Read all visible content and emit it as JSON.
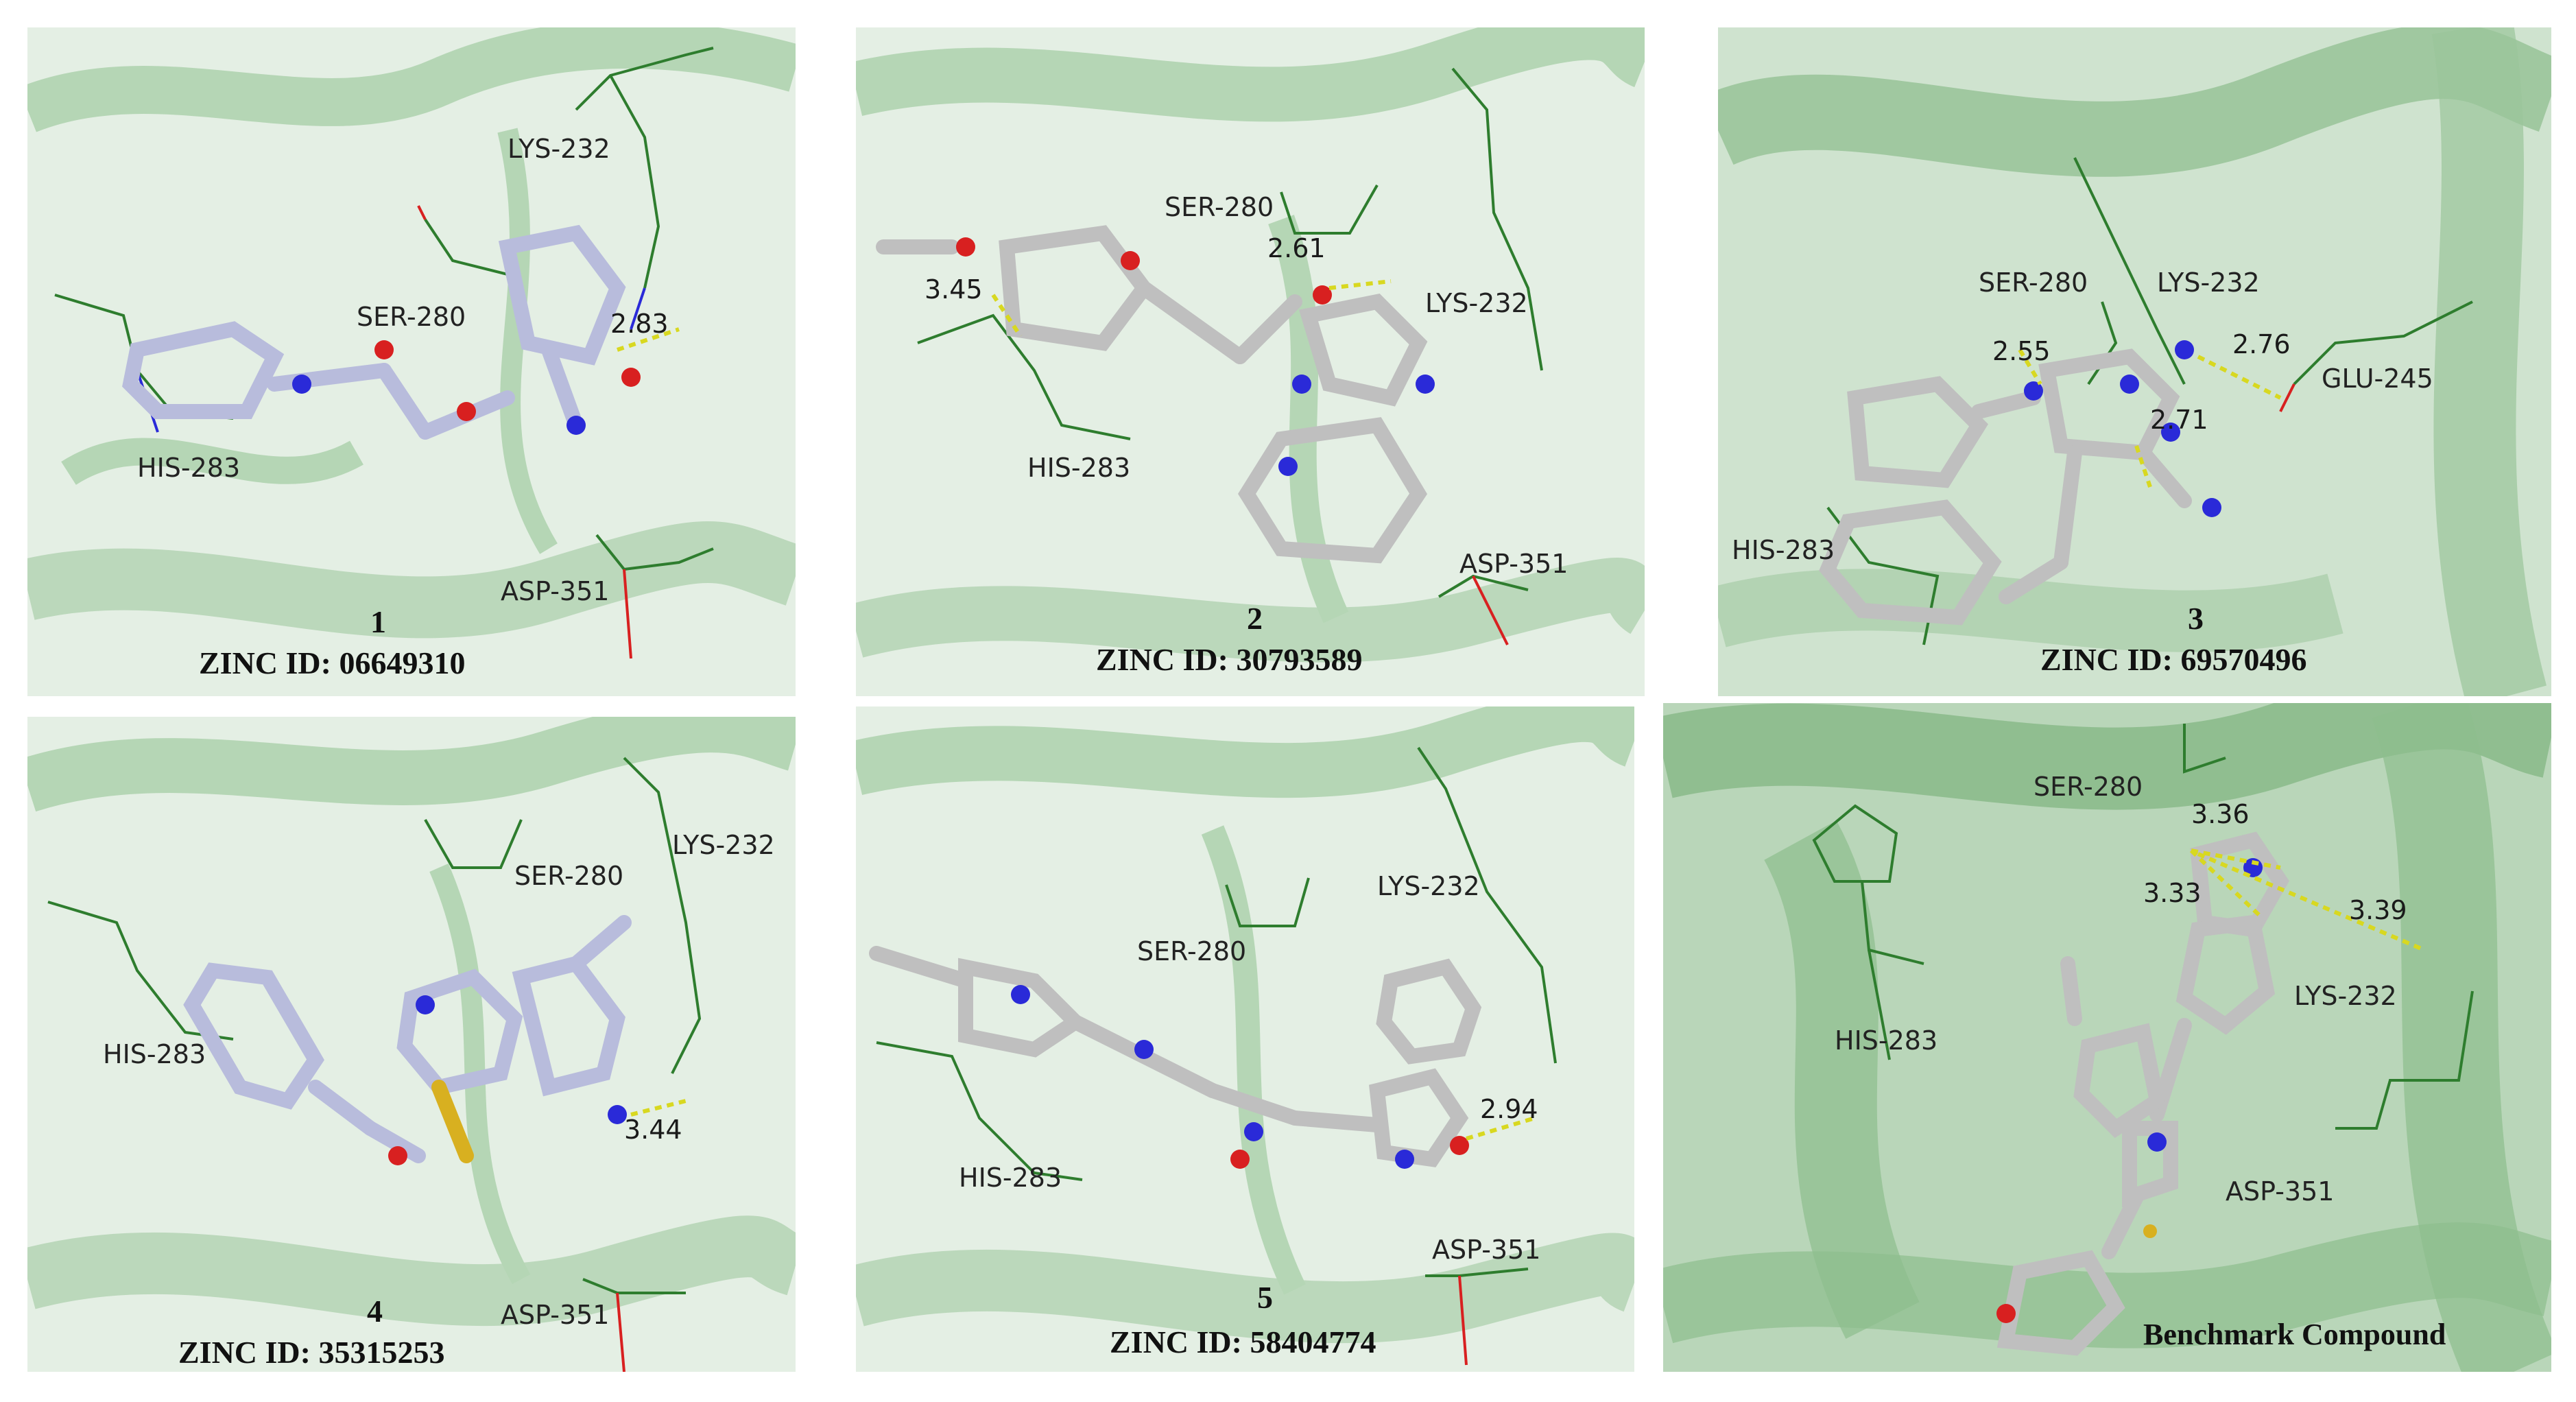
{
  "figure": {
    "panels": [
      {
        "number": "1",
        "zinc_id": "ZINC ID: 06649310",
        "residues": [
          "LYS-232",
          "SER-280",
          "HIS-283",
          "ASP-351"
        ],
        "distances": [
          "2.83"
        ],
        "ligand_color": "#b8bcdc"
      },
      {
        "number": "2",
        "zinc_id": "ZINC ID: 30793589",
        "residues": [
          "SER-280",
          "LYS-232",
          "HIS-283",
          "ASP-351"
        ],
        "distances": [
          "3.45",
          "2.61"
        ],
        "ligand_color": "#bfbfbf"
      },
      {
        "number": "3",
        "zinc_id": "ZINC ID: 69570496",
        "residues": [
          "SER-280",
          "LYS-232",
          "GLU-245",
          "HIS-283"
        ],
        "distances": [
          "2.55",
          "2.76",
          "2.71"
        ],
        "ligand_color": "#bfbfbf"
      },
      {
        "number": "4",
        "zinc_id": "ZINC ID: 35315253",
        "residues": [
          "SER-280",
          "LYS-232",
          "HIS-283",
          "ASP-351"
        ],
        "distances": [
          "3.44"
        ],
        "ligand_color": "#b8bcdc"
      },
      {
        "number": "5",
        "zinc_id": "ZINC ID: 58404774",
        "residues": [
          "LYS-232",
          "SER-280",
          "HIS-283",
          "ASP-351"
        ],
        "distances": [
          "2.94"
        ],
        "ligand_color": "#bfbfbf"
      },
      {
        "number": "",
        "zinc_id": "Benchmark Compound",
        "residues": [
          "SER-280",
          "HIS-283",
          "LYS-232",
          "ASP-351"
        ],
        "distances": [
          "3.36",
          "3.33",
          "3.39"
        ],
        "ligand_color": "#bfbfbf"
      }
    ],
    "colors": {
      "background_protein": "#cfe3cf",
      "ribbon": "#9cc79c",
      "residue_carbon": "#2e7d2e",
      "nitrogen": "#2a2ad8",
      "oxygen": "#d82020",
      "sulfur": "#d8b020",
      "hbond": "#d8d820"
    }
  }
}
